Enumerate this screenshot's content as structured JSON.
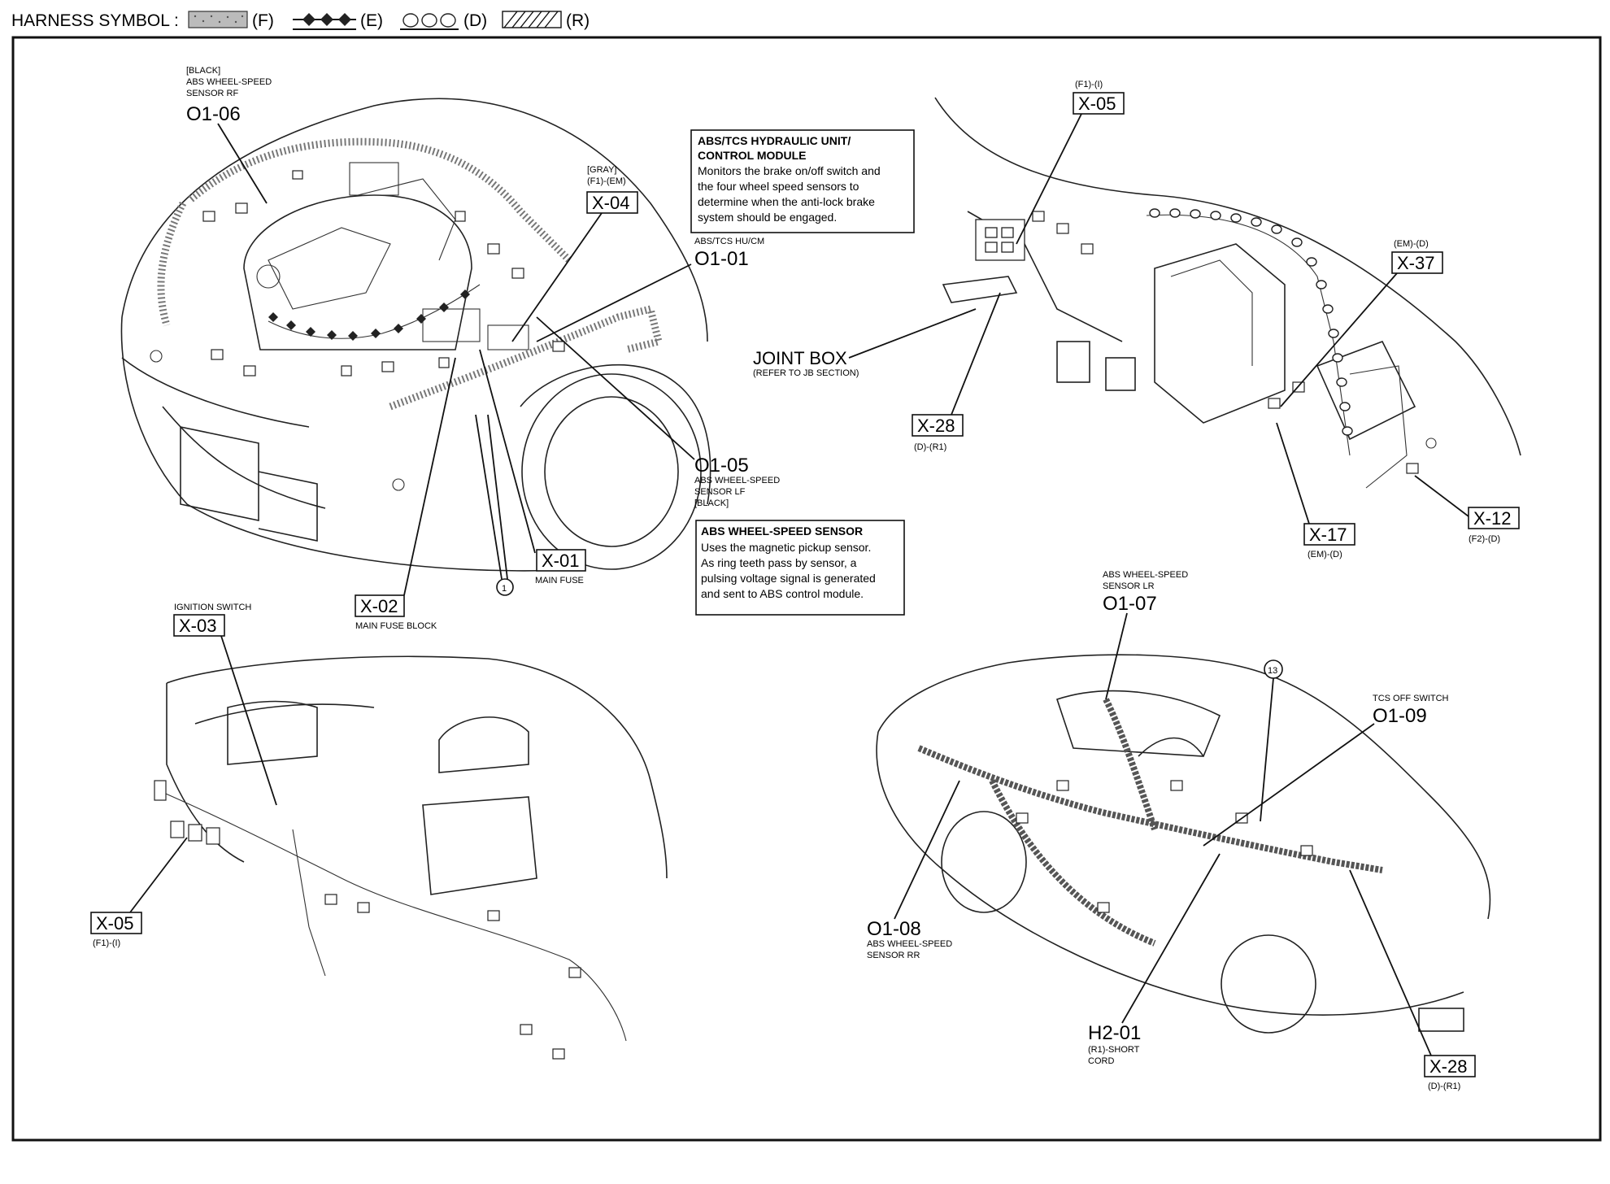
{
  "header": {
    "title": "HARNESS SYMBOL :",
    "symbols": [
      {
        "code": "(F)",
        "pattern": "dotted-fill"
      },
      {
        "code": "(E)",
        "pattern": "black-diamonds"
      },
      {
        "code": "(D)",
        "pattern": "open-circles"
      },
      {
        "code": "(R)",
        "pattern": "diagonal-hatch"
      }
    ]
  },
  "engine_bay": {
    "o1_06": {
      "color": "[BLACK]",
      "name1": "ABS WHEEL-SPEED",
      "name2": "SENSOR RF",
      "code": "O1-06"
    },
    "x_04": {
      "color": "[GRAY]",
      "harness": "(F1)-(EM)",
      "code": "X-04"
    },
    "hu_box": {
      "title1": "ABS/TCS HYDRAULIC UNIT/",
      "title2": "CONTROL MODULE",
      "lines": [
        "Monitors the brake on/off switch and",
        "the four wheel speed sensors to",
        "determine when the anti-lock brake",
        "system should be engaged."
      ]
    },
    "o1_01": {
      "name": "ABS/TCS HU/CM",
      "code": "O1-01"
    },
    "o1_05": {
      "code": "O1-05",
      "name1": "ABS WHEEL-SPEED",
      "name2": "SENSOR LF",
      "color": "[BLACK]"
    },
    "sensor_box": {
      "title": "ABS WHEEL-SPEED SENSOR",
      "lines": [
        "Uses the magnetic pickup sensor.",
        "As ring teeth pass by sensor, a",
        "pulsing voltage signal is generated",
        "and sent to ABS control module."
      ]
    },
    "x_01": {
      "code": "X-01",
      "name": "MAIN FUSE"
    },
    "x_02": {
      "code": "X-02",
      "name": "MAIN FUSE BLOCK"
    },
    "ref1": "1"
  },
  "interior": {
    "x_05_top": {
      "harness": "(F1)-(I)",
      "code": "X-05"
    },
    "x_37": {
      "harness": "(EM)-(D)",
      "code": "X-37"
    },
    "joint_box": {
      "name": "JOINT BOX",
      "note": "(REFER TO JB SECTION)"
    },
    "x_28_top": {
      "code": "X-28",
      "harness": "(D)-(R1)"
    },
    "x_17": {
      "code": "X-17",
      "harness": "(EM)-(D)"
    },
    "x_12": {
      "code": "X-12",
      "harness": "(F2)-(D)"
    }
  },
  "dashboard": {
    "x_03": {
      "name": "IGNITION SWITCH",
      "code": "X-03"
    },
    "x_05_bottom": {
      "code": "X-05",
      "harness": "(F1)-(I)"
    }
  },
  "body": {
    "o1_07": {
      "name1": "ABS WHEEL-SPEED",
      "name2": "SENSOR LR",
      "code": "O1-07"
    },
    "ref13": "13",
    "o1_09": {
      "name": "TCS OFF SWITCH",
      "code": "O1-09"
    },
    "o1_08": {
      "code": "O1-08",
      "name1": "ABS WHEEL-SPEED",
      "name2": "SENSOR RR"
    },
    "h2_01": {
      "code": "H2-01",
      "name1": "(R1)-SHORT",
      "name2": "CORD"
    },
    "x_28_bottom": {
      "code": "X-28",
      "harness": "(D)-(R1)"
    }
  }
}
